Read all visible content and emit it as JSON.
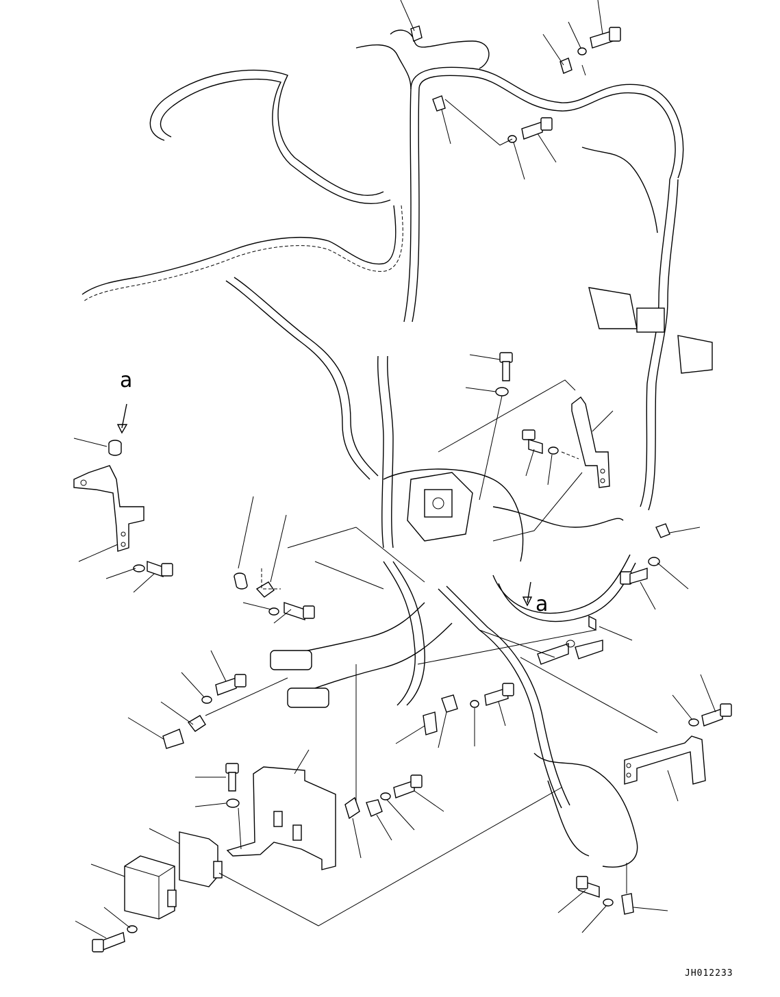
{
  "figure": {
    "view_label_top": "a",
    "view_label_bottom": "a",
    "drawing_number": "JH012233"
  }
}
